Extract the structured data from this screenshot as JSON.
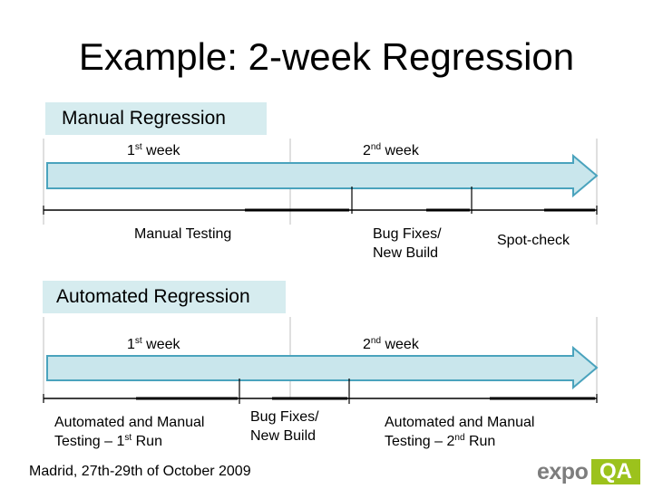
{
  "title": "Example: 2-week Regression",
  "manual": {
    "label": "Manual Regression",
    "week1": {
      "ordinal": "1",
      "suffix": "st",
      "word": " week"
    },
    "week2": {
      "ordinal": "2",
      "suffix": "nd",
      "word": " week"
    },
    "phases": {
      "manual_testing": "Manual Testing",
      "bug_fixes_line1": "Bug Fixes/",
      "bug_fixes_line2": "New Build",
      "spot_check": "Spot-check"
    }
  },
  "automated": {
    "label": "Automated Regression",
    "week1": {
      "ordinal": "1",
      "suffix": "st",
      "word": " week"
    },
    "week2": {
      "ordinal": "2",
      "suffix": "nd",
      "word": " week"
    },
    "phases": {
      "run1_line1": "Automated  and Manual",
      "run1_line2_prefix": "Testing – 1",
      "run1_line2_suffix": "st",
      "run1_line2_end": " Run",
      "bug_fixes_line1": "Bug Fixes/",
      "bug_fixes_line2": "New Build",
      "run2_line1": "Automated  and Manual",
      "run2_line2_prefix": "Testing – 2",
      "run2_line2_suffix": "nd",
      "run2_line2_end": " Run"
    }
  },
  "footer": "Madrid, 27th-29th of October 2009",
  "logo": {
    "text_left": "expo",
    "text_right": "QA"
  },
  "colors": {
    "arrow_fill": "#c9e6ec",
    "arrow_stroke": "#4aa3bd",
    "label_bg": "#d6ecef",
    "logo_grey": "#7d7d7d",
    "logo_green": "#9cc21c"
  }
}
